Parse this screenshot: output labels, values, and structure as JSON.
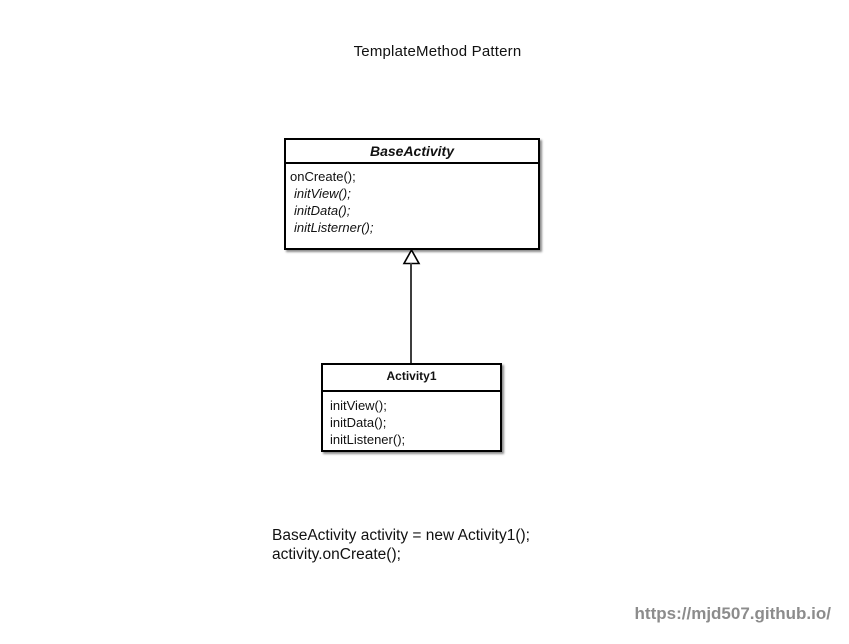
{
  "page": {
    "title": "TemplateMethod Pattern",
    "watermark": "https://mjd507.github.io/"
  },
  "diagram": {
    "type": "uml-class-diagram",
    "relationship": "inheritance (Activity1 extends BaseActivity, hollow-triangle arrow pointing up)",
    "base_class": {
      "name": "BaseActivity",
      "abstract": true,
      "methods": [
        {
          "text": "onCreate();",
          "italic": false
        },
        {
          "text": "initView();",
          "italic": true
        },
        {
          "text": "initData();",
          "italic": true
        },
        {
          "text": "initListerner();",
          "italic": true
        }
      ]
    },
    "sub_class": {
      "name": "Activity1",
      "abstract": false,
      "methods": [
        {
          "text": "initView();",
          "italic": false
        },
        {
          "text": "initData();",
          "italic": false
        },
        {
          "text": "initListener();",
          "italic": false
        }
      ]
    }
  },
  "code": {
    "lines": [
      "BaseActivity activity = new Activity1();",
      "activity.onCreate();"
    ]
  },
  "colors": {
    "background": "#ffffff",
    "box_border": "#000000",
    "connector": "#3d3d3d",
    "watermark": "#8c8c8c",
    "text": "#111111"
  }
}
